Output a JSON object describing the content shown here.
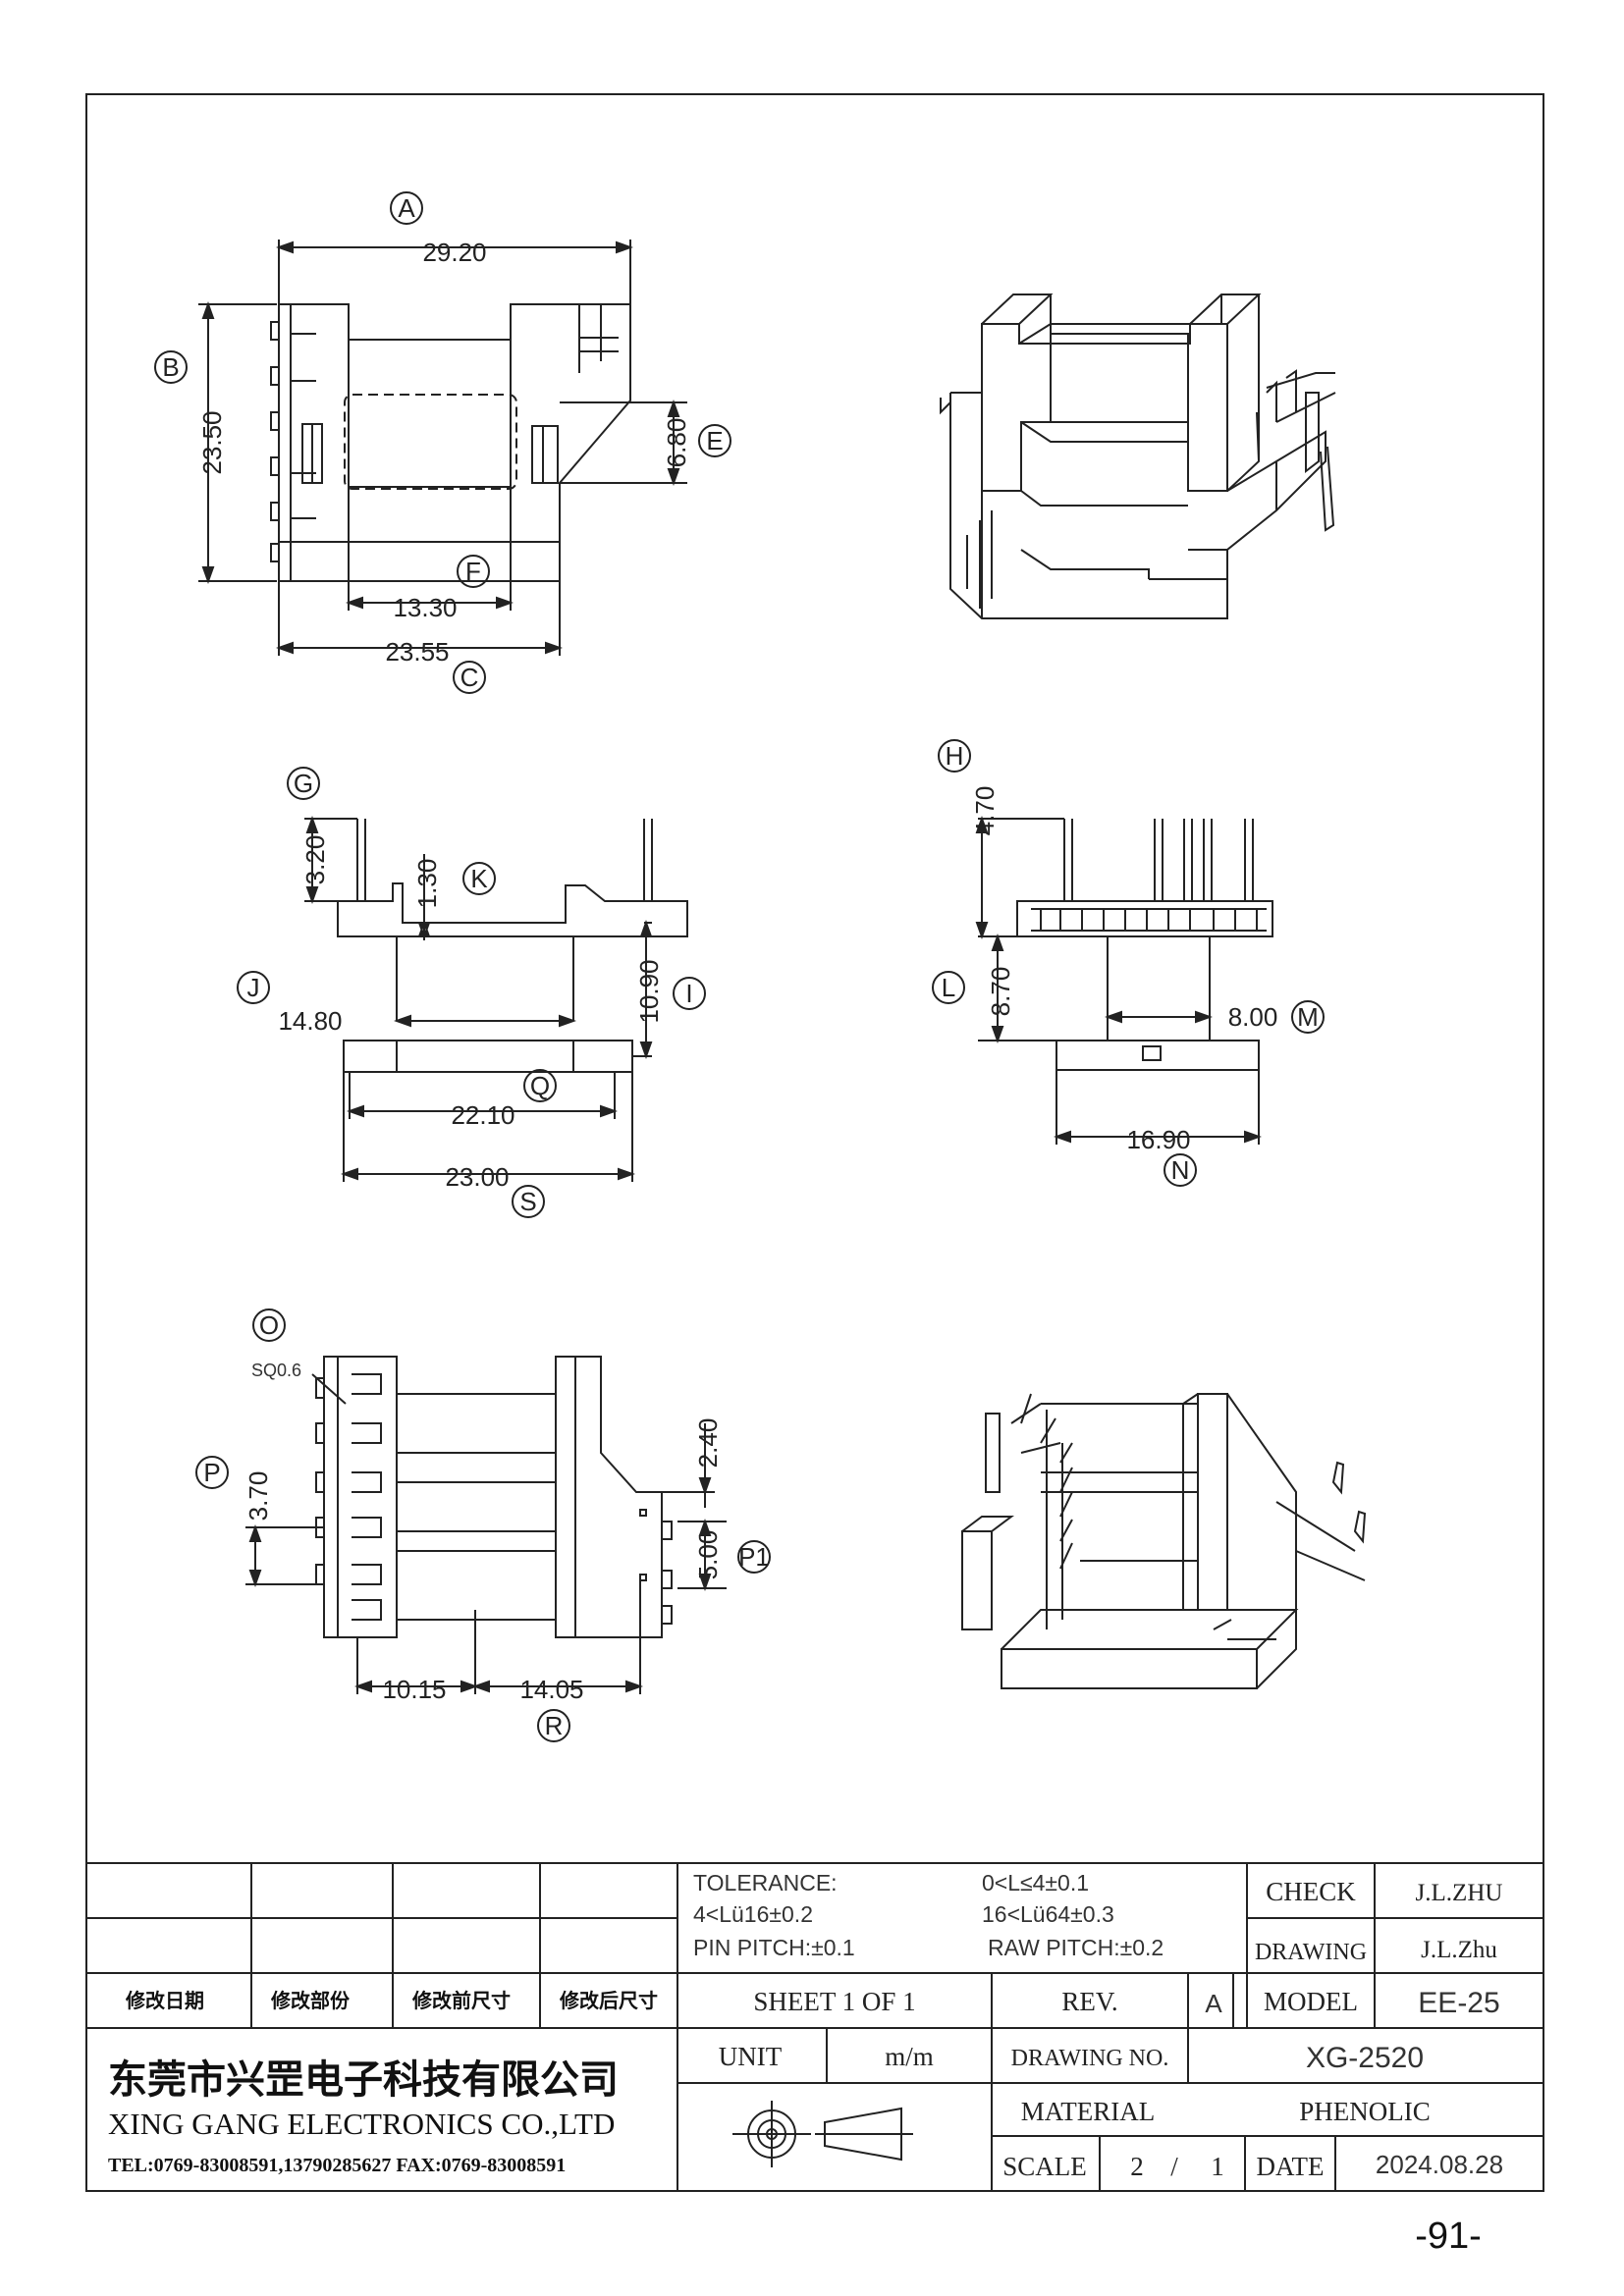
{
  "views": {
    "top": {
      "A": "A",
      "B": "B",
      "C": "C",
      "E": "E",
      "F": "F",
      "dim_a": "29.20",
      "dim_b": "23.50",
      "dim_c": "23.55",
      "dim_e": "6.80",
      "dim_f": "13.30"
    },
    "front": {
      "G": "G",
      "K": "K",
      "J": "J",
      "I": "I",
      "Q": "Q",
      "S": "S",
      "dim_g": "3.20",
      "dim_k": "1.30",
      "dim_i": "10.90",
      "dim_j": "14.80",
      "dim_q": "22.10",
      "dim_s": "23.00"
    },
    "side": {
      "H": "H",
      "L": "L",
      "M": "M",
      "N": "N",
      "dim_h": "4.70",
      "dim_l": "8.70",
      "dim_m": "8.00",
      "dim_n": "16.90"
    },
    "bottom": {
      "O": "O",
      "P": "P",
      "P1": "P1",
      "R": "R",
      "sq": "SQ0.6",
      "dim_p": "3.70",
      "dim_top": "2.40",
      "dim_p1": "5.00",
      "dim_r1": "10.15",
      "dim_r2": "14.05"
    }
  },
  "title_block": {
    "revision_headers": [
      "修改日期",
      "修改部份",
      "修改前尺寸",
      "修改后尺寸"
    ],
    "tolerance_label": "TOLERANCE:",
    "tol_1": "0<L≤4±0.1",
    "tol_2": "4<Lü16±0.2",
    "tol_3": "16<Lü64±0.3",
    "pin_pitch": "PIN PITCH:±0.1",
    "raw_pitch": "RAW PITCH:±0.2",
    "check_label": "CHECK",
    "check_value": "J.L.ZHU",
    "drawing_label": "DRAWING",
    "drawing_value": "J.L.Zhu",
    "sheet": "SHEET 1 OF 1",
    "rev_label": "REV.",
    "rev_value": "A",
    "model_label": "MODEL",
    "model_value": "EE-25",
    "unit_label": "UNIT",
    "unit_value": "m/m",
    "drawing_no_label": "DRAWING NO.",
    "drawing_no_value": "XG-2520",
    "material_label": "MATERIAL",
    "material_value": "PHENOLIC",
    "scale_label": "SCALE",
    "scale_num": "2",
    "scale_sep": "/",
    "scale_den": "1",
    "date_label": "DATE",
    "date_value": "2024.08.28",
    "company_cn": "东莞市兴罡电子科技有限公司",
    "company_en": "XING GANG  ELECTRONICS CO.,LTD",
    "contact": "TEL:0769-83008591,13790285627 FAX:0769-83008591"
  },
  "page_number": "-91-"
}
